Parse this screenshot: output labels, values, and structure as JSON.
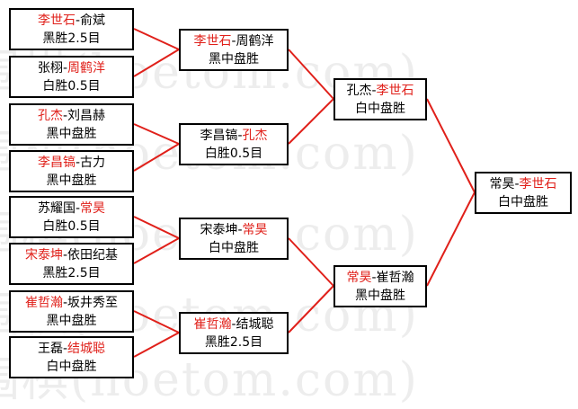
{
  "colors": {
    "winner": "#e0201a",
    "text": "#000000",
    "connector": "#e0201a",
    "box_border": "#000000"
  },
  "watermark": "围棋(hoetom.com)",
  "round1": [
    {
      "winner": "李世石",
      "loser": "俞斌",
      "winner_first": true,
      "result": "黑胜2.5目"
    },
    {
      "winner": "周鹤洋",
      "loser": "张栩",
      "winner_first": false,
      "result": "白胜0.5目"
    },
    {
      "winner": "孔杰",
      "loser": "刘昌赫",
      "winner_first": true,
      "result": "黑中盘胜"
    },
    {
      "winner": "李昌镐",
      "loser": "古力",
      "winner_first": true,
      "result": "黑中盘胜"
    },
    {
      "winner": "常昊",
      "loser": "苏耀国",
      "winner_first": false,
      "result": "白胜0.5目"
    },
    {
      "winner": "宋泰坤",
      "loser": "依田纪基",
      "winner_first": true,
      "result": "黑胜2.5目"
    },
    {
      "winner": "崔哲瀚",
      "loser": "坂井秀至",
      "winner_first": true,
      "result": "黑中盘胜"
    },
    {
      "winner": "结城聪",
      "loser": "王磊",
      "winner_first": false,
      "result": "白中盘胜"
    }
  ],
  "round2": [
    {
      "winner": "李世石",
      "loser": "周鹤洋",
      "winner_first": true,
      "result": "黑中盘胜"
    },
    {
      "winner": "孔杰",
      "loser": "李昌镐",
      "winner_first": false,
      "result": "白胜0.5目"
    },
    {
      "winner": "常昊",
      "loser": "宋泰坤",
      "winner_first": false,
      "result": "白中盘胜"
    },
    {
      "winner": "崔哲瀚",
      "loser": "结城聪",
      "winner_first": true,
      "result": "黑胜2.5目"
    }
  ],
  "semifinals": [
    {
      "winner": "李世石",
      "loser": "孔杰",
      "winner_first": false,
      "result": "白中盘胜"
    },
    {
      "winner": "常昊",
      "loser": "崔哲瀚",
      "winner_first": true,
      "result": "黑中盘胜"
    }
  ],
  "final": {
    "winner": "李世石",
    "loser": "常昊",
    "winner_first": false,
    "result": "白中盘胜"
  }
}
